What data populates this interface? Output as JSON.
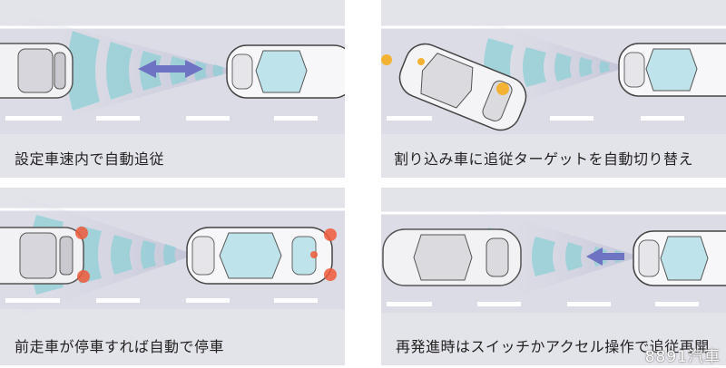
{
  "panels": [
    {
      "caption": "設定車速内で自動追従"
    },
    {
      "caption": "割り込み車に追従ターゲットを自動切り替え"
    },
    {
      "caption": "前走車が停車すれば自動で停車"
    },
    {
      "caption": "再発進時はスイッチかアクセル操作で追従再開"
    }
  ],
  "watermark": "8891汽車",
  "colors": {
    "panel_bg": "#e3e3ea",
    "road": "#dcdce6",
    "lane_mark": "#ffffff",
    "radar": "#8fd0d6",
    "arrow": "#6f74c2",
    "brake_light": "#f05a3a",
    "turn_signal": "#f3b233"
  }
}
